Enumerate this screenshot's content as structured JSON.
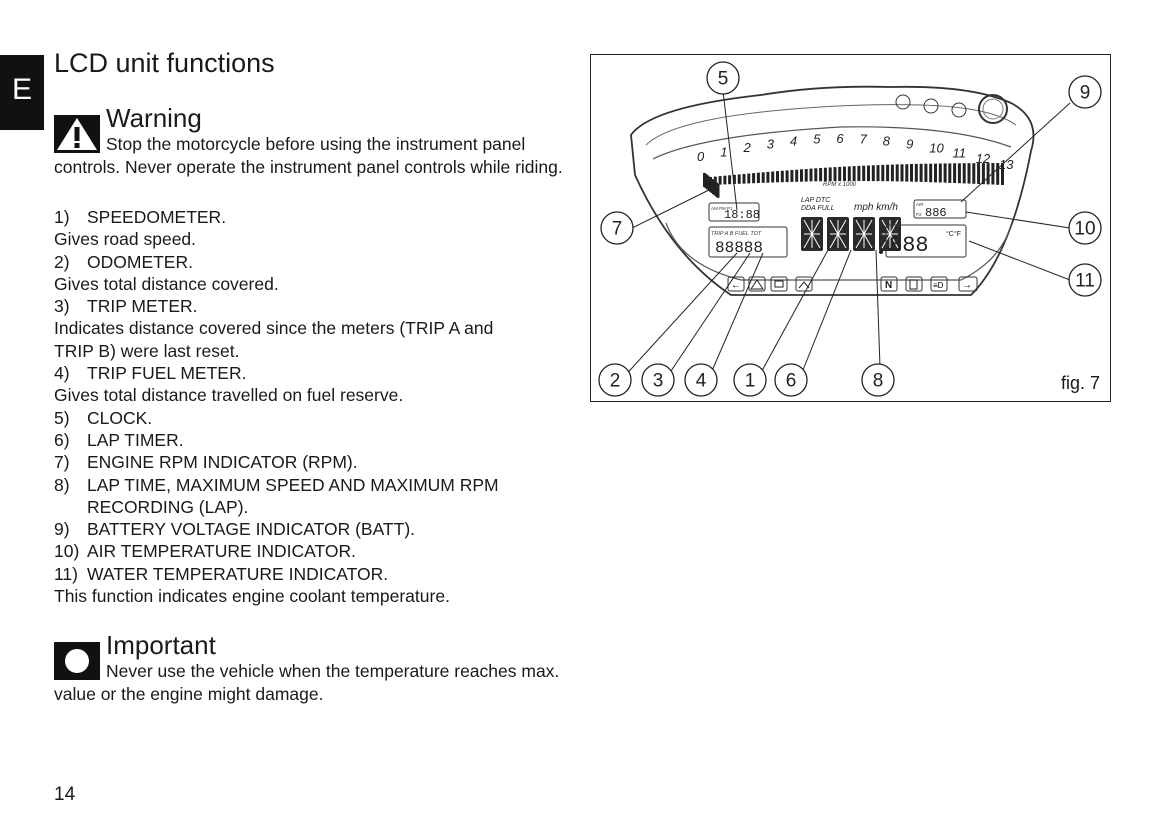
{
  "tab_letter": "E",
  "page_title": "LCD unit functions",
  "warning": {
    "heading": "Warning",
    "text": "Stop the motorcycle before using the instrument panel controls. Never operate the instrument panel controls while riding."
  },
  "list": [
    {
      "num": "1)",
      "label": "SPEEDOMETER."
    },
    {
      "desc": "Gives road speed."
    },
    {
      "num": "2)",
      "label": "ODOMETER."
    },
    {
      "desc": "Gives total distance covered."
    },
    {
      "num": "3)",
      "label": "TRIP METER."
    },
    {
      "desc": "Indicates distance covered since the meters (TRIP A and"
    },
    {
      "desc": "TRIP B) were last reset."
    },
    {
      "num": "4)",
      "label": "TRIP FUEL METER."
    },
    {
      "desc": "Gives total distance travelled on fuel reserve."
    },
    {
      "num": "5)",
      "label": "CLOCK."
    },
    {
      "num": "6)",
      "label": "LAP TIMER."
    },
    {
      "num": "7)",
      "label": "ENGINE RPM INDICATOR (RPM)."
    },
    {
      "num": "8)",
      "label": "LAP TIME, MAXIMUM SPEED AND MAXIMUM RPM"
    },
    {
      "cont": "RECORDING (LAP)."
    },
    {
      "num": "9)",
      "label": "BATTERY VOLTAGE INDICATOR (BATT)."
    },
    {
      "num": "10)",
      "label": "AIR TEMPERATURE INDICATOR."
    },
    {
      "num": "11)",
      "label": "WATER TEMPERATURE INDICATOR."
    },
    {
      "desc": "This function indicates engine coolant temperature."
    }
  ],
  "important": {
    "heading": "Important",
    "text": "Never use the vehicle when the temperature reaches max. value or the engine might damage."
  },
  "page_number": "14",
  "figure": {
    "label": "fig. 7",
    "callouts": [
      "5",
      "9",
      "7",
      "10",
      "11",
      "2",
      "3",
      "4",
      "1",
      "6",
      "8"
    ],
    "rpm_scale": [
      "0",
      "1",
      "2",
      "3",
      "4",
      "5",
      "6",
      "7",
      "8",
      "9",
      "10",
      "11",
      "12",
      "13"
    ],
    "rpm_unit": "RPM x 1000",
    "display": {
      "am_pm": "AM PM P1",
      "clock": "18:88",
      "trip_header": "TRIP A B  FUEL  TOT",
      "odometer": "88888",
      "lap_dtc": "LAP  DTC",
      "dda_full": "DDA  FULL",
      "units": "mph km/h",
      "air_small": "AIR",
      "air_value": "886",
      "p2": "P2",
      "water_value": "888",
      "temp_unit": "°C°F"
    },
    "bottom_icons": [
      "N"
    ]
  }
}
